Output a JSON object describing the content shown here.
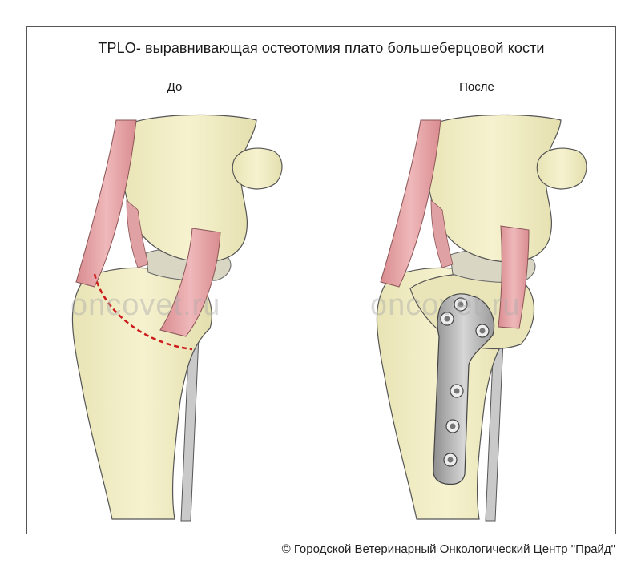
{
  "title": "TPLO- выравнивающая остеотомия плато большеберцовой кости",
  "labels": {
    "before": "До",
    "after": "После"
  },
  "watermark": "oncovet.ru",
  "copyright": "© Городской Ветеринарный Онкологический Центр \"Прайд\"",
  "colors": {
    "bone": "#f3eec2",
    "bone_shadow": "#d8d3a4",
    "ligament": "#e3a0a3",
    "cut_line": "#cc1d1d",
    "plate": "#b5b5b5"
  }
}
